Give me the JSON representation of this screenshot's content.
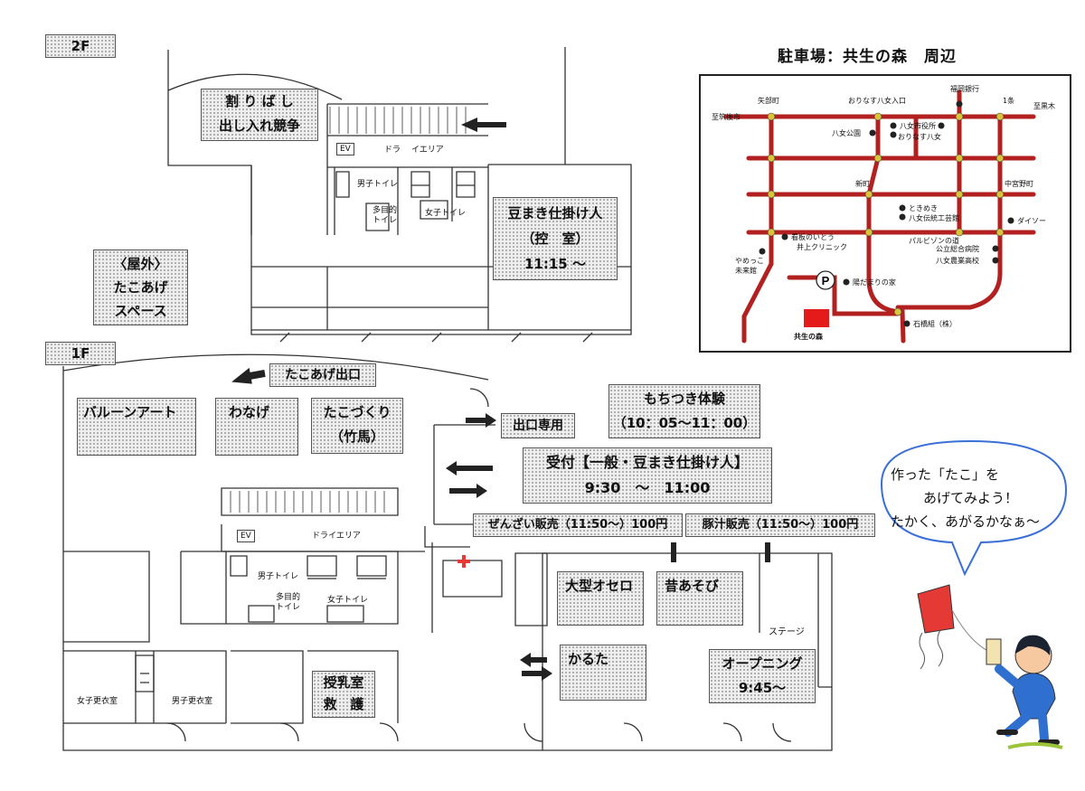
{
  "floors": {
    "f2": "2F",
    "f1": "1F"
  },
  "floor2": {
    "wari": [
      "割 り ば し",
      "出し入れ競争"
    ],
    "ev": "EV",
    "dry_area": "ドラ　 イエリア",
    "mens_toilet": "男子トイレ",
    "womens_toilet": "女子トイレ",
    "multi_toilet": [
      "多目的",
      "トイレ"
    ],
    "waiting": [
      "豆まき仕掛け人",
      "（控　室）",
      "11:15 ～"
    ],
    "outdoor": [
      "〈屋外〉",
      "たこあげ",
      "スペース"
    ]
  },
  "floor1": {
    "kite_exit": "たこあげ出口",
    "balloon": "バルーンアート",
    "wanage": "わなげ",
    "kite_make": [
      "たこづくり",
      "（竹馬）"
    ],
    "mochi": [
      "もちつき体験",
      "（10：05～11：00）"
    ],
    "exit_only": "出口専用",
    "reception": [
      "受付【一般・豆まき仕掛け人】",
      "9:30　～　11:00"
    ],
    "zenzai": "ぜんざい販売（11:50～）100円",
    "tonjiru": "豚汁販売（11:50～）100円",
    "ev": "EV",
    "dry_area": "ドライエリア",
    "mens_toilet": "男子トイレ",
    "womens_toilet": "女子トイレ",
    "multi_toilet": [
      "多目的",
      "トイレ"
    ],
    "womens_change": "女子更衣室",
    "mens_change": "男子更衣室",
    "nursing": [
      "授乳室",
      "救　護"
    ],
    "othello": "大型オセロ",
    "mukashi": "昔あそび",
    "karuta": "かるた",
    "stage": "ステージ",
    "opening": [
      "オープニング",
      "9:45～"
    ]
  },
  "map": {
    "title": "駐車場：共生の森　周辺",
    "labels": {
      "yabemachi": "矢部町",
      "orinasu_entrance": "おりなす八女入口",
      "fukuoka_bank": "福岡銀行",
      "ichijo": "1条",
      "chikugo": "至筑後市",
      "kurogi": "至黒木",
      "city_hall": "八女市役所",
      "orinasu": "おりなす八女",
      "yame_park": "八女公園",
      "shinmachi": "新町",
      "nakamiyano": "中宮野町",
      "tokimeki": "ときめき",
      "crafts": "八女伝統工芸館",
      "daiso": "ダイソー",
      "parthenon": "パルビゾンの道",
      "clinic_a": "看板のいとう",
      "clinic_b": "井上クリニック",
      "kominkan": "公立総合病院",
      "agri_school": "八女農業高校",
      "yamekko_a": "やめっこ",
      "yamekko_b": "未来館",
      "house": "陽だまりの家",
      "ishihashi": "石橋組（株）",
      "forest": "共生の森",
      "parking": "P"
    }
  },
  "bubble": [
    "作った「たこ」を",
    "あげてみよう！",
    "たかく、あがるかなぁ～"
  ],
  "colors": {
    "road": "#b32020",
    "forest": "#e51b1b",
    "kite": "#e53935",
    "shirt": "#2f6fd0",
    "bubble_border": "#3b6fd8"
  }
}
